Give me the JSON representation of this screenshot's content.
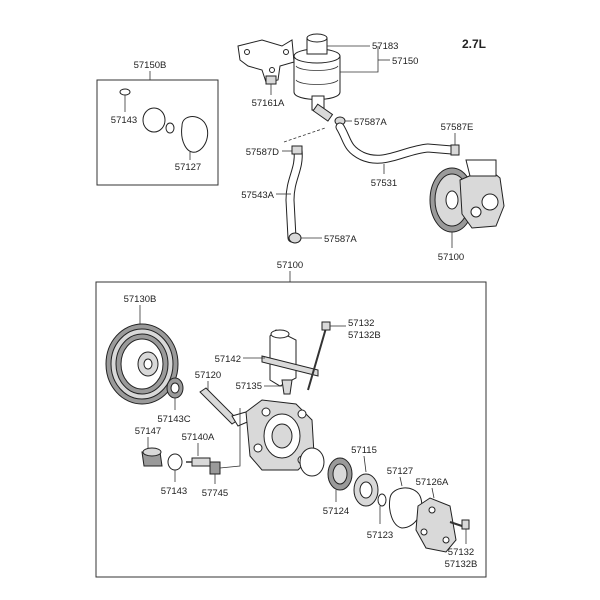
{
  "engine_label": "2.7L",
  "labels": {
    "l57150B": "57150B",
    "l57143_top": "57143",
    "l57127_top": "57127",
    "l57183": "57183",
    "l57150": "57150",
    "l57161A": "57161A",
    "l57587A_top": "57587A",
    "l57587E": "57587E",
    "l57587D": "57587D",
    "l57531": "57531",
    "l57543A": "57543A",
    "l57587A_bot": "57587A",
    "l57100_right": "57100",
    "l57100_main": "57100",
    "l57130B": "57130B",
    "l57132_top": "57132",
    "l57132B_top": "57132B",
    "l57142": "57142",
    "l57120": "57120",
    "l57135": "57135",
    "l57143C": "57143C",
    "l57147": "57147",
    "l57140A": "57140A",
    "l57143_bot": "57143",
    "l57745": "57745",
    "l57115": "57115",
    "l57127_bot": "57127",
    "l57126A": "57126A",
    "l57124": "57124",
    "l57123": "57123",
    "l57132_bot": "57132",
    "l57132B_bot": "57132B"
  }
}
